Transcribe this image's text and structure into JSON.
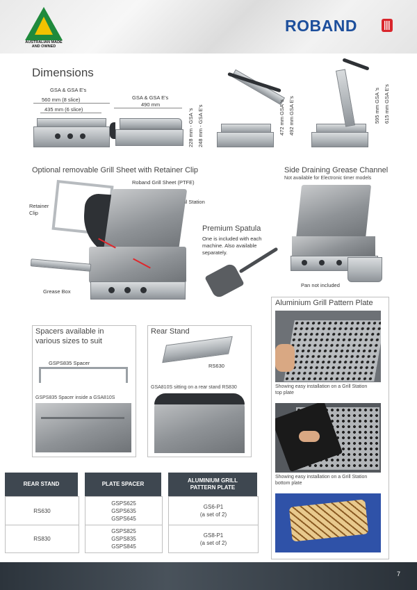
{
  "header": {
    "badge_text": "AUSTRALIAN MADE AND OWNED",
    "brand": "ROBAND"
  },
  "dimensions": {
    "title": "Dimensions",
    "front": {
      "model": "GSA & GSA E's",
      "dim1": "560 mm (8 slice)",
      "dim2": "435 mm (6 slice)"
    },
    "side": {
      "model": "GSA & GSA E's",
      "depth": "490 mm",
      "h1": "228 mm - GSA 's",
      "h2": "248 mm - GSA E's"
    },
    "open1": {
      "h1": "472 mm GSA 's",
      "h2": "492 mm GSA E's"
    },
    "open2": {
      "h1": "595 mm GSA 's",
      "h2": "615 mm GSA E's"
    }
  },
  "grill_sheet": {
    "title": "Optional removable Grill Sheet with Retainer Clip",
    "label_sheet": "Roband Grill Sheet (PTFE)",
    "label_station": "Grill Station",
    "label_retainer_1": "Retainer",
    "label_retainer_2": "Clip",
    "label_grease": "Grease Box"
  },
  "spatula": {
    "title": "Premium Spatula",
    "desc_1": "One is included with each",
    "desc_2": "machine. Also available",
    "desc_3": "separately."
  },
  "grease_channel": {
    "title": "Side Draining Grease Channel",
    "subtitle": "Not available for Electronic timer models",
    "caption": "Pan not included"
  },
  "pattern_plate": {
    "title": "Aluminium Grill Pattern Plate",
    "caption1_a": "Showing easy installation on a Grill Station",
    "caption1_b": "top plate",
    "caption2_a": "Showing easy installation on a Grill Station",
    "caption2_b": "bottom plate"
  },
  "spacers": {
    "title_1": "Spacers available in",
    "title_2": "various sizes to suit",
    "label1": "GSPS835 Spacer",
    "label2": "GSPS835 Spacer inside a GSA810S"
  },
  "rear_stand": {
    "title": "Rear Stand",
    "label1": "RS630",
    "label2": "GSA810S sitting on a rear stand RS830"
  },
  "tables": {
    "rear_stand": {
      "header": "REAR STAND",
      "rows": [
        "RS630",
        "RS830"
      ]
    },
    "plate_spacer": {
      "header": "PLATE SPACER",
      "rows": [
        [
          "GSPS625",
          "GSPS635",
          "GSPS645"
        ],
        [
          "GSPS825",
          "GSPS835",
          "GSPS845"
        ]
      ]
    },
    "aluminium": {
      "header_1": "ALUMINIUM GRILL",
      "header_2": "PATTERN PLATE",
      "rows": [
        [
          "GS6-P1",
          "(a set of 2)"
        ],
        [
          "GS8-P1",
          "(a set of 2)"
        ]
      ]
    }
  },
  "footer": {
    "page": "7"
  },
  "colors": {
    "brand": "#1d4f9c",
    "accent_red": "#d9262c",
    "table_header": "#3e4750",
    "badge_green": "#1f8a3c",
    "badge_gold": "#f1c200"
  }
}
